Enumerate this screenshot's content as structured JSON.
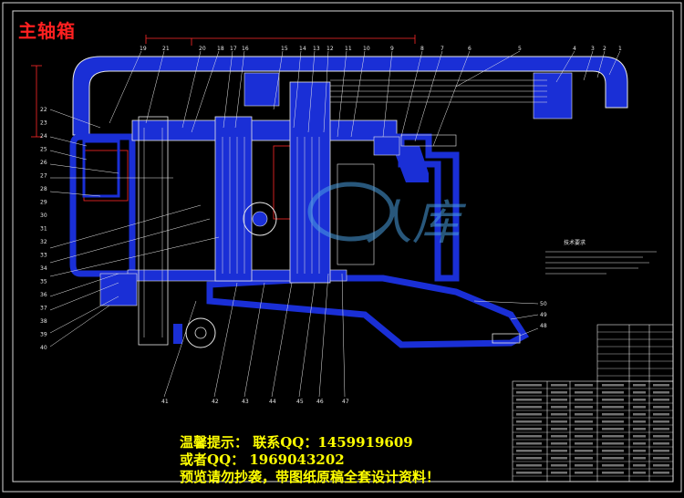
{
  "title": "主轴箱",
  "notice": {
    "line1": "温馨提示： 联系QQ：1459919609",
    "line2": "或者QQ： 1969043202",
    "line3": "预览请勿抄袭，带图纸原稿全套设计资料！"
  },
  "watermark": "人库",
  "tech_title": "技术要求",
  "part_numbers_top": [
    "19",
    "21",
    "20",
    "18",
    "17",
    "16",
    "15",
    "14",
    "13",
    "12",
    "11",
    "10",
    "9",
    "8",
    "7",
    "6",
    "5",
    "4",
    "3",
    "2",
    "1"
  ],
  "part_numbers_left": [
    "22",
    "23",
    "24",
    "25",
    "26",
    "27",
    "28",
    "29",
    "30",
    "31",
    "32",
    "33",
    "34",
    "35",
    "36",
    "37",
    "38",
    "39",
    "40"
  ],
  "part_numbers_bottom": [
    "41",
    "42",
    "43",
    "44",
    "45",
    "46",
    "47"
  ],
  "part_numbers_right": [
    "50",
    "49",
    "48"
  ],
  "colors": {
    "body_fill": "#1a2fd6",
    "line_white": "#e8e8e8",
    "dim_red": "#ff2a2a",
    "title_red": "#ff2020",
    "notice_yellow": "#ffff00"
  }
}
